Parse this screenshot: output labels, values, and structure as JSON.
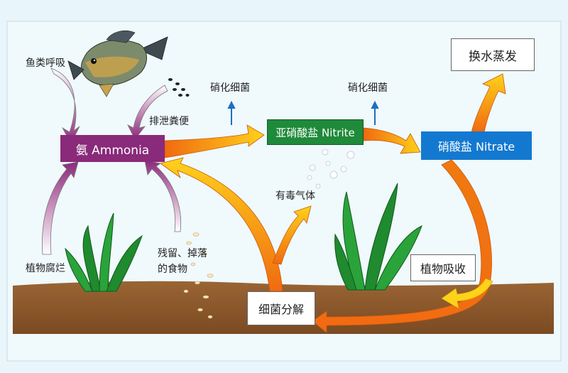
{
  "nodes": {
    "ammonia": "氨 Ammonia",
    "nitrite": "亚硝酸盐 Nitrite",
    "nitrate": "硝酸盐 Nitrate",
    "water_change": "换水蒸发",
    "plant_absorb": "植物吸收",
    "bacteria_decompose": "细菌分解"
  },
  "labels": {
    "fish_respiration": "鱼类呼吸",
    "fish_excretion": "排泄粪便",
    "nitrifying_bacteria_1": "硝化细菌",
    "nitrifying_bacteria_2": "硝化细菌",
    "toxic_gas": "有毒气体",
    "plant_decay": "植物腐烂",
    "leftover_food_1": "残留、掉落",
    "leftover_food_2": "的食物"
  },
  "colors": {
    "background": "#e8f6fb",
    "soil": "#8b5a2e",
    "ammonia_box": "#8a2a7a",
    "nitrite_box": "#1f8a3a",
    "nitrate_box": "#1379d0",
    "arrow_orange": "#f07a10",
    "arrow_yellow": "#ffd21a",
    "plant_green": "#1f8a2e"
  }
}
